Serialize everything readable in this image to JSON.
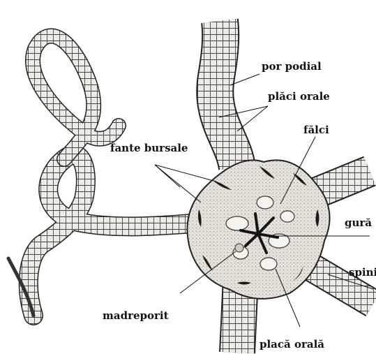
{
  "diagram": {
    "labels": {
      "por_podial": "por podial",
      "placi_orale": "plăci orale",
      "falci": "fălci",
      "fante_bursale": "fante bursale",
      "gura": "gură",
      "spini": "spini",
      "madreporit": "madreporit",
      "placa_orala": "placă orală"
    }
  }
}
